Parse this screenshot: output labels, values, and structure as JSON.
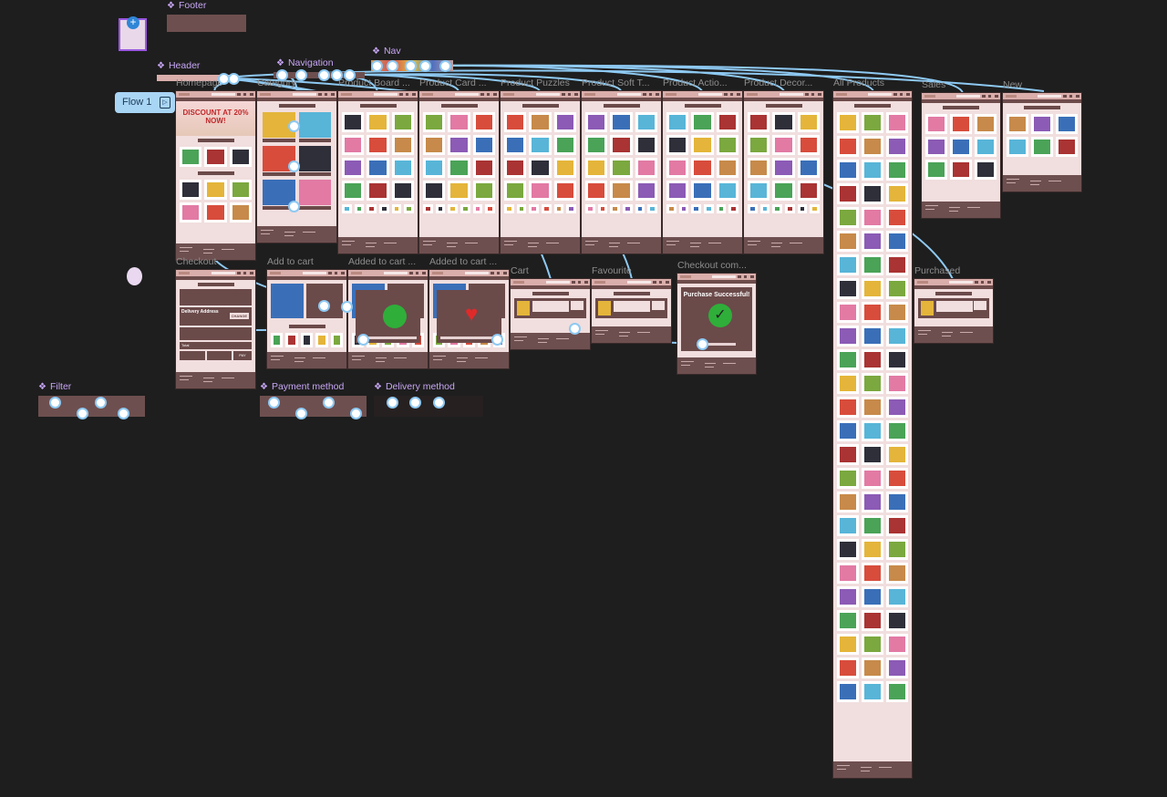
{
  "canvas": {
    "flow_label": "Flow 1",
    "components": {
      "footer": "Footer",
      "header": "Header",
      "navigation": "Navigation",
      "nav": "Nav",
      "filter": "Filter",
      "payment_method": "Payment method",
      "delivery_method": "Delivery method"
    },
    "frames": [
      {
        "label": "Homepage"
      },
      {
        "label": "Category"
      },
      {
        "label": "Product Board ..."
      },
      {
        "label": "Product Card ..."
      },
      {
        "label": "Product Puzzles"
      },
      {
        "label": "Product Soft T..."
      },
      {
        "label": "Product Actio..."
      },
      {
        "label": "Product Decor..."
      },
      {
        "label": "All Products"
      },
      {
        "label": "Sales"
      },
      {
        "label": "New"
      },
      {
        "label": "Checkout"
      },
      {
        "label": "Add to cart"
      },
      {
        "label": "Added to cart ..."
      },
      {
        "label": "Added to cart ..."
      },
      {
        "label": "Cart"
      },
      {
        "label": "Favourite"
      },
      {
        "label": "Checkout com..."
      },
      {
        "label": "Purchased"
      }
    ]
  },
  "content": {
    "banner": "DISCOUNT AT 20% NOW!",
    "purchase_success": "Purchase Successful!",
    "delivery_address": "Delivery Address",
    "change": "CHANGE",
    "total": "Total",
    "pay": "PAY",
    "checkout": "Checkout"
  },
  "colors": {
    "canvas": "#1e1e1e",
    "frame_bg": "#f1dede",
    "brown": "#6b4a4a",
    "header": "#d9aeab",
    "wire": "#8ec9f2",
    "component_label": "#c7a6f5",
    "success": "#2fae3a",
    "heart": "#e02a2a"
  }
}
